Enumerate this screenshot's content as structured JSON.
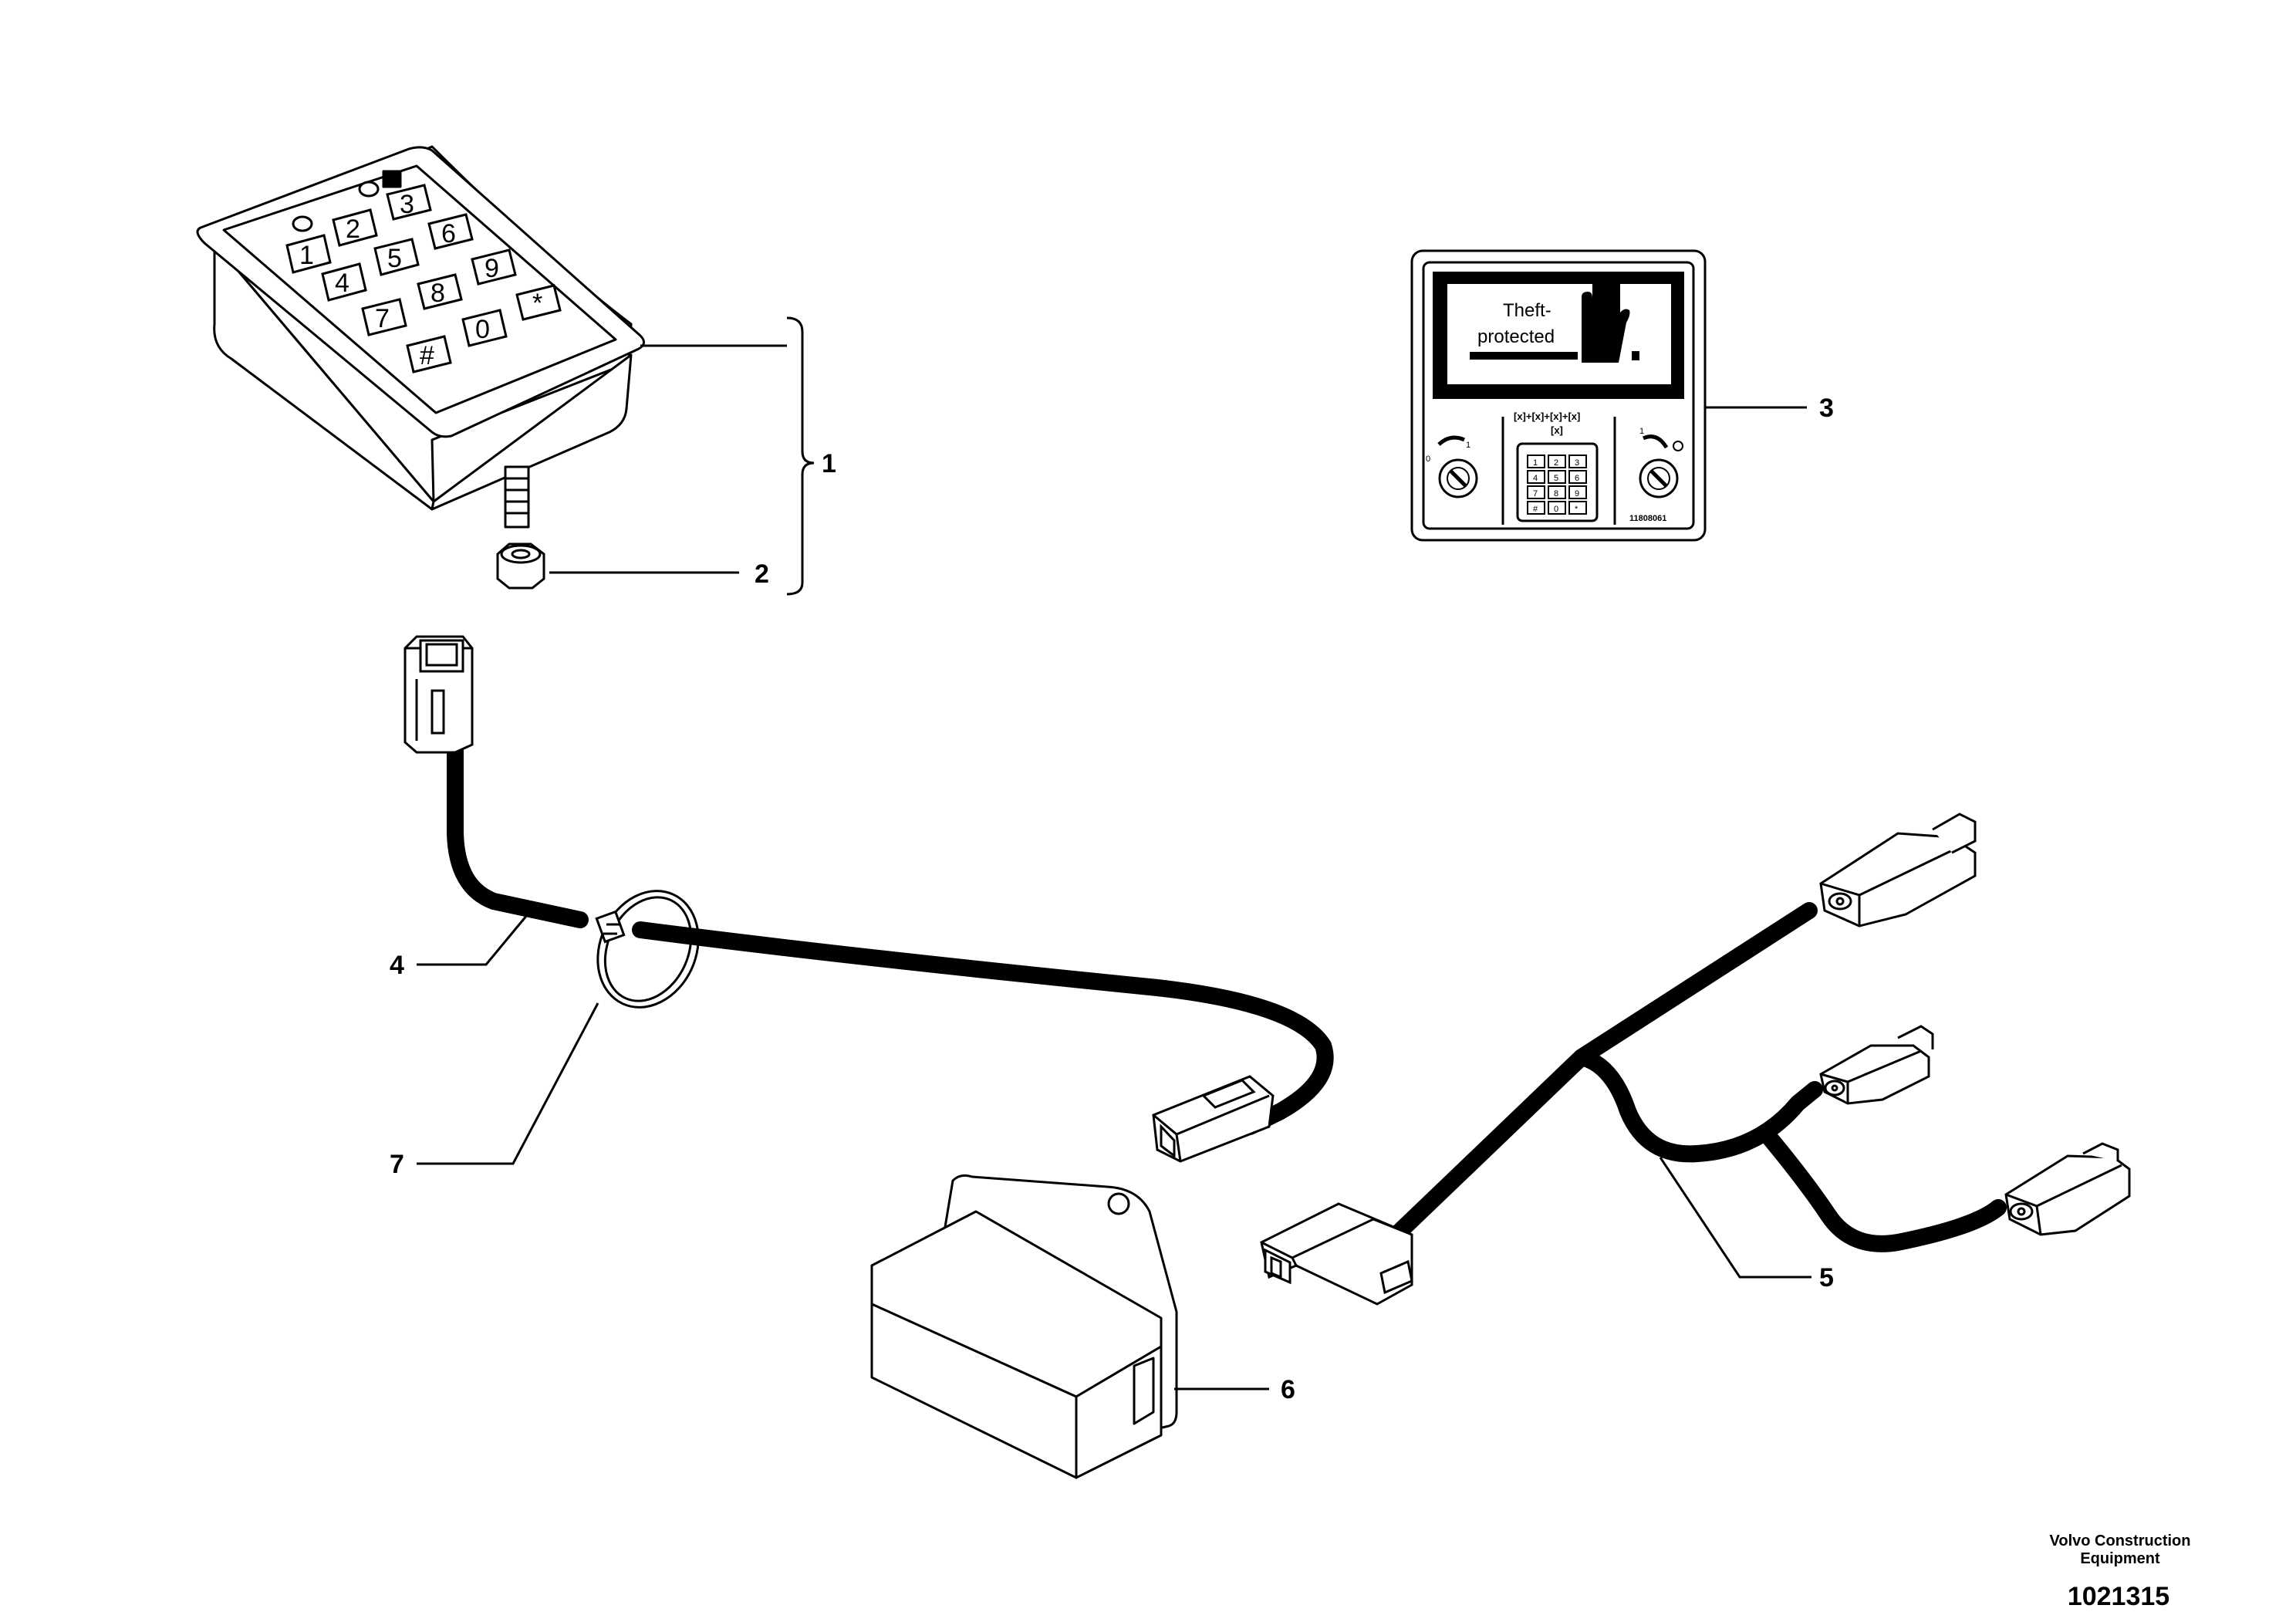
{
  "diagram": {
    "callouts": [
      "1",
      "2",
      "3",
      "4",
      "5",
      "6",
      "7"
    ],
    "keypad": {
      "keys": [
        "1",
        "2",
        "3",
        "4",
        "5",
        "6",
        "7",
        "8",
        "9",
        "#",
        "0",
        "*"
      ]
    },
    "decal": {
      "line1": "Theft-",
      "line2": "protected",
      "code_row": "[x]+[x]+[x]+[x]",
      "bracket": "[x]",
      "key_off_left": "0",
      "key_on_left": "1",
      "key_on_right": "1",
      "part_code": "11808061",
      "mini_keys": [
        "1",
        "2",
        "3",
        "4",
        "5",
        "6",
        "7",
        "8",
        "9",
        "#",
        "0",
        "*"
      ]
    },
    "footer": {
      "brand_line1": "Volvo Construction",
      "brand_line2": "Equipment",
      "drawing_number": "1021315"
    }
  }
}
